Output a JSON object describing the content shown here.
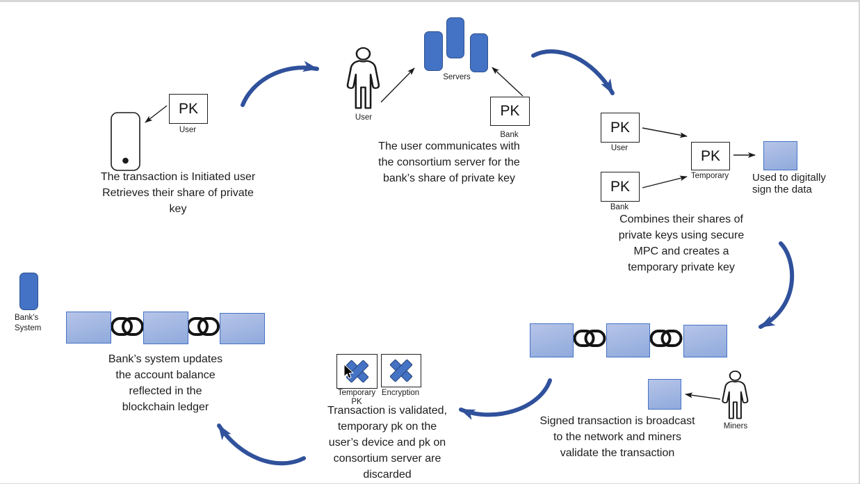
{
  "colors": {
    "shape_fill": "#4472C4",
    "shape_border": "#2F528F",
    "block_top": "#b6c4e8",
    "block_bottom": "#8FAADC",
    "block_border": "#4472C4",
    "arrow_blue": "#30519B",
    "ink": "#1c1c1c",
    "edge": "#d7d7d7"
  },
  "icons": {
    "phone": "rounded-rect-outline-with-dot",
    "user_person": "person-outline",
    "miners_person": "person-outline",
    "servers": "three-blue-rounded-bars",
    "chain_link": "two-interlocked-ovals",
    "discard_x": "blue-diagonal-cross",
    "cursor": "black-arrow-pointer"
  },
  "step1": {
    "pk_label": "PK",
    "pk_caption": "User",
    "text": "The transaction is Initiated user\nRetrieves their share of private\nkey"
  },
  "step2": {
    "user_caption": "User",
    "servers_caption": "Servers",
    "pk_label": "PK",
    "pk_caption": "Bank",
    "text": "The user communicates with\nthe consortium server for the\nbank’s share of private key"
  },
  "step3": {
    "pk_user_label": "PK",
    "pk_user_caption": "User",
    "pk_bank_label": "PK",
    "pk_bank_caption": "Bank",
    "pk_temp_label": "PK",
    "pk_temp_caption": "Temporary",
    "sign_caption": "Used to digitally\nsign the data",
    "text": "Combines their shares of\nprivate keys using secure\nMPC and creates a\ntemporary private key"
  },
  "step4": {
    "miners_caption": "Miners",
    "text": "Signed transaction is broadcast\nto the network and miners\nvalidate the transaction"
  },
  "step5": {
    "temp_pk_caption": "Temporary\nPK",
    "encryption_caption": "Encryption",
    "text": "Transaction is validated,\ntemporary pk on the\nuser’s device and pk on\nconsortium server are\ndiscarded"
  },
  "step6": {
    "bank_caption": "Bank’s\nSystem",
    "text": "Bank’s system updates\nthe account balance\nreflected in the\nblockchain ledger"
  }
}
